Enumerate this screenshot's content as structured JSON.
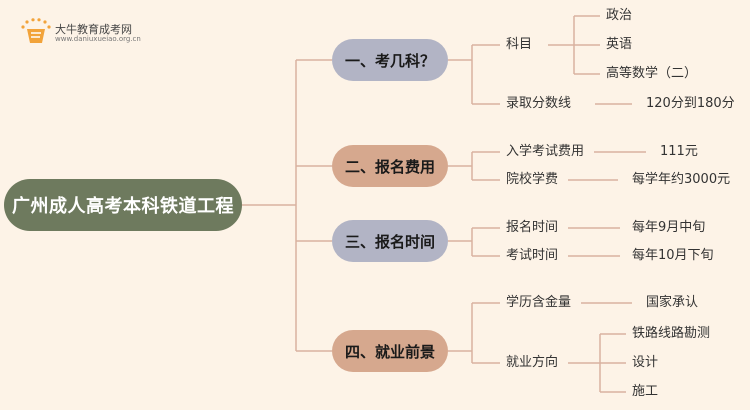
{
  "logo": {
    "name": "大牛教育成考网",
    "url": "www.daniuxueiao.org.cn"
  },
  "root": "广州成人高考本科铁道工程",
  "branches": [
    {
      "label": "一、考几科？",
      "color": "#b2b4c5",
      "children": [
        {
          "label": "科目",
          "values": [
            "政治",
            "英语",
            "高等数学（二）"
          ]
        },
        {
          "label": "录取分数线",
          "values": [
            "120分到180分"
          ]
        }
      ]
    },
    {
      "label": "二、报名费用",
      "color": "#d6a88e",
      "children": [
        {
          "label": "入学考试费用",
          "values": [
            "111元"
          ]
        },
        {
          "label": "院校学费",
          "values": [
            "每学年约3000元"
          ]
        }
      ]
    },
    {
      "label": "三、报名时间",
      "color": "#b2b4c5",
      "children": [
        {
          "label": "报名时间",
          "values": [
            "每年9月中旬"
          ]
        },
        {
          "label": "考试时间",
          "values": [
            "每年10月下旬"
          ]
        }
      ]
    },
    {
      "label": "四、就业前景",
      "color": "#d6a88e",
      "children": [
        {
          "label": "学历含金量",
          "values": [
            "国家承认"
          ]
        },
        {
          "label": "就业方向",
          "values": [
            "铁路线路勘测",
            "设计",
            "施工"
          ]
        }
      ]
    }
  ],
  "colors": {
    "background": "#fdf3e7",
    "root": "#6e7a5e",
    "connector": "#d9b2a0",
    "logo_orange": "#f2a33a"
  }
}
